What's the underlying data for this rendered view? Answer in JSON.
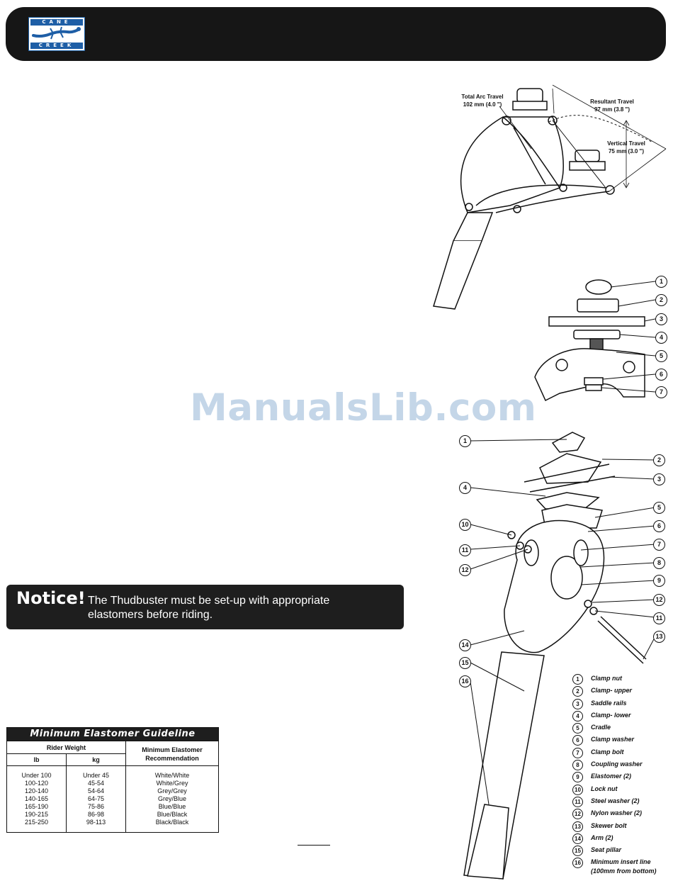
{
  "brand": {
    "line1": "CANE",
    "line2": "CREEK"
  },
  "watermark": "ManualsLib.com",
  "notice": {
    "title": "Notice!",
    "text": "The Thudbuster must be set-up with appropriate elastomers before riding."
  },
  "travel_diagram": {
    "total_arc_label": "Total Arc Travel",
    "total_arc_value": "102 mm (4.0 \")",
    "resultant_label": "Resultant Travel",
    "resultant_value": "97 mm (3.8 \")",
    "vertical_label": "Vertical Travel",
    "vertical_value": "75 mm (3.0 \")"
  },
  "clamp_callouts": [
    "1",
    "2",
    "3",
    "4",
    "5",
    "6",
    "7"
  ],
  "exploded_callouts": [
    "1",
    "2",
    "3",
    "4",
    "5",
    "6",
    "7",
    "8",
    "9",
    "10",
    "11",
    "12",
    "13",
    "14",
    "15",
    "16"
  ],
  "parts_legend": [
    {
      "num": "1",
      "label": "Clamp nut"
    },
    {
      "num": "2",
      "label": "Clamp- upper"
    },
    {
      "num": "3",
      "label": "Saddle rails"
    },
    {
      "num": "4",
      "label": "Clamp- lower"
    },
    {
      "num": "5",
      "label": "Cradle"
    },
    {
      "num": "6",
      "label": "Clamp washer"
    },
    {
      "num": "7",
      "label": "Clamp bolt"
    },
    {
      "num": "8",
      "label": "Coupling washer"
    },
    {
      "num": "9",
      "label": "Elastomer (2)"
    },
    {
      "num": "10",
      "label": "Lock nut"
    },
    {
      "num": "11",
      "label": "Steel washer (2)"
    },
    {
      "num": "12",
      "label": "Nylon washer (2)"
    },
    {
      "num": "13",
      "label": "Skewer bolt"
    },
    {
      "num": "14",
      "label": "Arm (2)"
    },
    {
      "num": "15",
      "label": "Seat pillar"
    },
    {
      "num": "16",
      "label": "Minimum insert line",
      "sub": "(100mm from bottom)"
    }
  ],
  "guideline": {
    "title": "Minimum Elastomer Guideline",
    "rider_weight": "Rider Weight",
    "recommendation": "Minimum Elastomer Recommendation",
    "lb_header": "lb",
    "kg_header": "kg",
    "lb": [
      "Under 100",
      "100-120",
      "120-140",
      "140-165",
      "165-190",
      "190-215",
      "215-250"
    ],
    "kg": [
      "Under 45",
      "45-54",
      "54-64",
      "64-75",
      "75-86",
      "86-98",
      "98-113"
    ],
    "rec": [
      "White/White",
      "White/Grey",
      "Grey/Grey",
      "Grey/Blue",
      "Blue/Blue",
      "Blue/Black",
      "Black/Black"
    ]
  },
  "colors": {
    "header_bg": "#161616",
    "brand_blue": "#1e5ea6",
    "watermark": "#c4d6e8"
  }
}
